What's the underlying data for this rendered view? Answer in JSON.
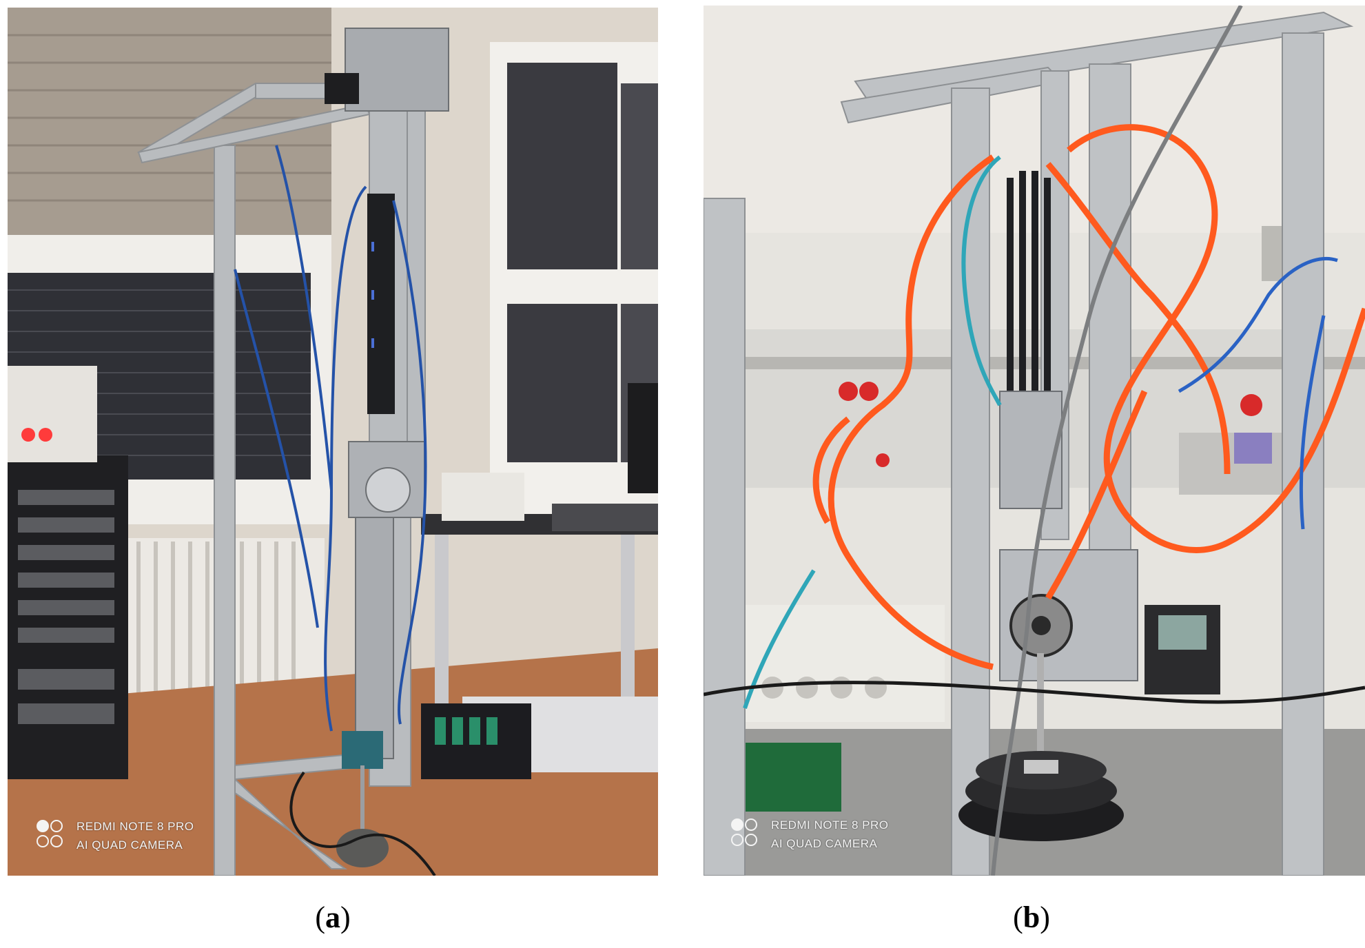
{
  "figure": {
    "panels": [
      {
        "id": "a",
        "caption_label": "a",
        "watermark": {
          "line1": "REDMI NOTE 8 PRO",
          "line2": "AI QUAD CAMERA"
        }
      },
      {
        "id": "b",
        "caption_label": "b",
        "watermark": {
          "line1": "REDMI NOTE 8 PRO",
          "line2": "AI QUAD CAMERA"
        }
      }
    ]
  },
  "colors": {
    "aluminium": "#b9bcbf",
    "wall": "#e8e4de",
    "floor": "#b0714a",
    "orange_tube": "#ff5a1e",
    "blue_cable": "#2452a8",
    "dark": "#222326"
  }
}
